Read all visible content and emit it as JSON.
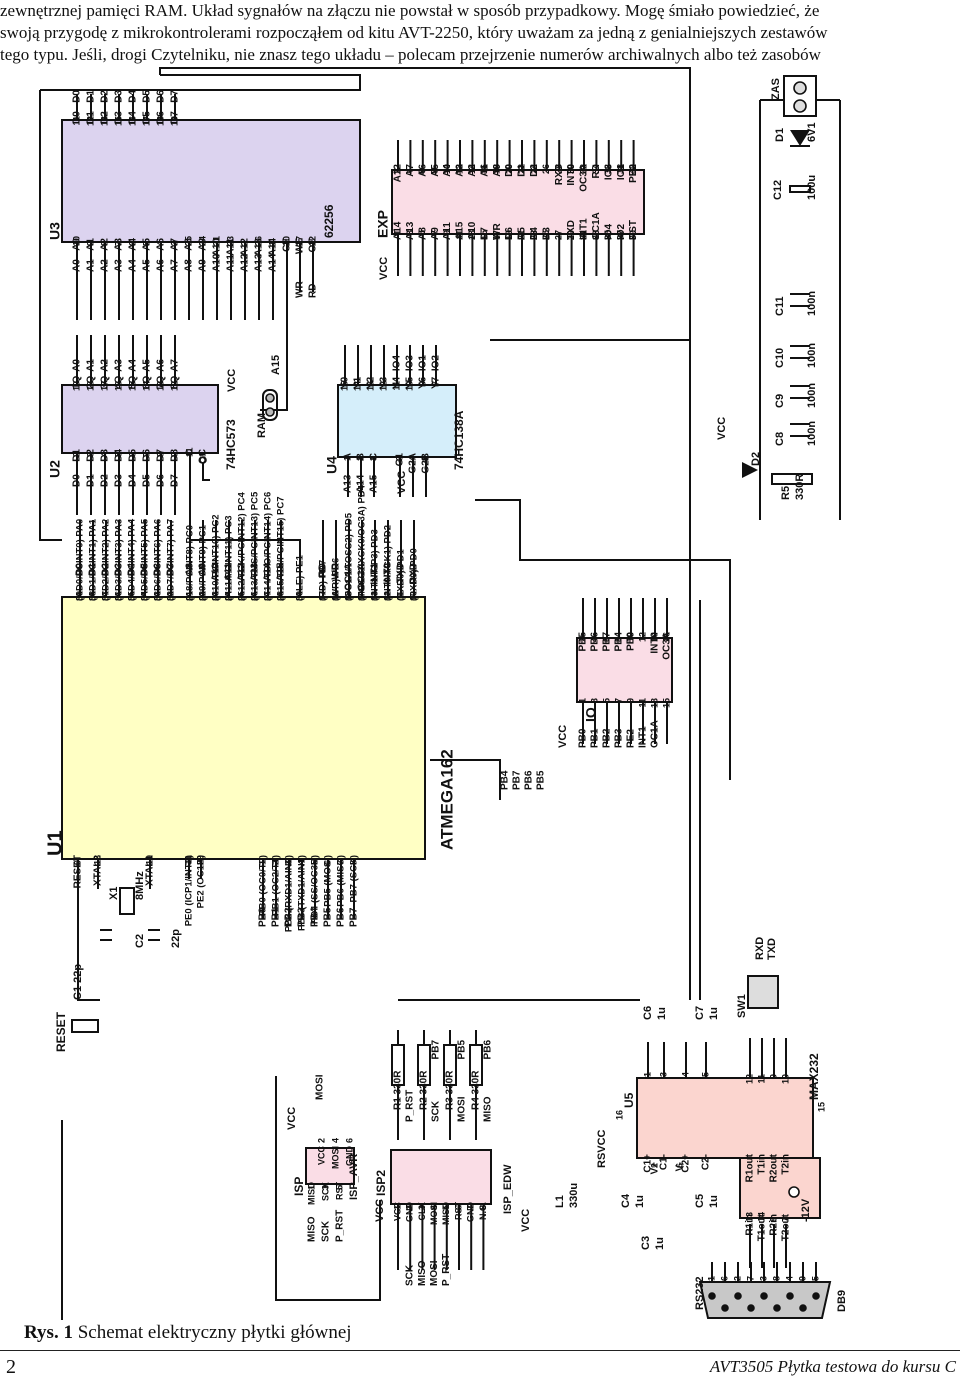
{
  "intro_lines": [
    "zewnętrznej pamięci RAM. Układ sygnałów na złączu nie powstał w sposób przypadkowy. Mogę śmiało powiedzieć, że",
    "swoją przygodę z mikrokontrolerami rozpocząłem od kitu AVT-2250, który uważam za jedną z genialniejszych zestawów",
    "tego typu. Jeśli, drogi Czytelniku, nie znasz tego układu – polecam przejrzenie numerów archiwalnych albo też zasobów"
  ],
  "caption": {
    "label": "Rys. 1",
    "text": "Schemat elektryczny  płytki głównej"
  },
  "page_number": "2",
  "footer": "AVT3505    Płytka testowa do kursu C",
  "colors": {
    "ic_purple": "#dcd3ef",
    "ic_blue": "#d5eefa",
    "ic_pink": "#fadde6",
    "ic_yellow": "#ffffc4",
    "ic_salmon": "#fbd5cf",
    "wire": "#111111"
  },
  "schematic": {
    "u1": {
      "ref": "U1",
      "part": "ATMEGA162",
      "portA": [
        "(AD0/PCINT0) PA0",
        "(AD1/PCINT1) PA1",
        "(AD2/PCINT2) PA2",
        "(AD3/PCINT3) PA3",
        "(AD4/PCINT4) PA4",
        "(AD5/PCINT5) PA5",
        "(AD6/PCINT6) PA6",
        "(AD7/PCINT7) PA7"
      ],
      "portA_pins": [
        "39",
        "38",
        "37",
        "36",
        "35",
        "34",
        "33",
        "32"
      ],
      "portA_nets": [
        "D0",
        "D1",
        "D2",
        "D3",
        "D4",
        "D5",
        "D6",
        "D7"
      ],
      "portC": [
        "(A8/PCINT8) PC0",
        "(A9/PCINT9) PC1",
        "(A10/PCINT10) PC2",
        "(A11/PCINT11) PC3",
        "(A12/TCK/PCINT12) PC4",
        "(A13/TMS/PCINT13) PC5",
        "(A14/TDO/PCINT14) PC6",
        "(A15/TDI/PCINT15) PC7"
      ],
      "portC_pins": [
        "21",
        "22",
        "23",
        "24",
        "25",
        "26",
        "27",
        "28"
      ],
      "portC_nets": [
        "A8",
        "A9",
        "A10",
        "A11",
        "A12",
        "A13",
        "A14",
        "A15"
      ],
      "ale": "(ALE) PE1",
      "ale_pin": "30",
      "portD": [
        "(RD) PD7",
        "(WR) PD6",
        "(OC1A/TOSC2) PD5",
        "(TOSC1/XCK0/OC3A) PD4",
        "(INT1/ICP3) PD3",
        "(INT0/XCK1) PD2",
        "(TXD0) PD1",
        "(RXD0) PD0"
      ],
      "portD_pins": [
        "17",
        "16",
        "15",
        "14",
        "13",
        "12",
        "11",
        "10"
      ],
      "portD_nets": [
        "RD",
        "WR",
        "OC1A",
        "OC3A",
        "INT1",
        "INT0",
        "TXD",
        "RXD"
      ],
      "left_top": [
        "RESET",
        "XTAL2",
        "XTAL1"
      ],
      "left_top_pins": [
        "9",
        "18",
        "19"
      ],
      "pe": [
        "PE0 (ICP1/INT2)",
        "PE2 (OC1B)"
      ],
      "pe_pins": [
        "31",
        "29"
      ],
      "portB": [
        "PB0 (OC0/T0)",
        "PB1 (OC2/T1)",
        "PB2 (RXD1/AIN0)",
        "PB3 (TXD1/AIN1)",
        "PB4 (SS/OC3B)",
        "PB5 (MOSI)",
        "PB6 (MISO)",
        "PB7 (SCK)"
      ],
      "portB_pins": [
        "1",
        "2",
        "3",
        "4",
        "5",
        "6",
        "7",
        "8"
      ],
      "portB_nets": [
        "PB0",
        "PB1",
        "PB2",
        "PB3",
        "PB4",
        "PB5",
        "PB6",
        "PB7"
      ]
    },
    "u2": {
      "ref": "U2",
      "part": "74HC573",
      "d": [
        "D1",
        "D2",
        "D3",
        "D4",
        "D5",
        "D6",
        "D7",
        "D8"
      ],
      "q": [
        "1Q",
        "2Q",
        "3Q",
        "4Q",
        "5Q",
        "6Q",
        "7Q",
        "8Q"
      ],
      "d_pins": [
        "2",
        "3",
        "4",
        "5",
        "6",
        "7",
        "8",
        "9"
      ],
      "q_pins": [
        "19",
        "18",
        "17",
        "16",
        "15",
        "14",
        "13",
        "12"
      ],
      "in_nets": [
        "D0",
        "D1",
        "D2",
        "D3",
        "D4",
        "D5",
        "D6",
        "D7"
      ],
      "out_nets": [
        "A0",
        "A1",
        "A2",
        "A3",
        "A4",
        "A5",
        "A6",
        "A7"
      ],
      "c": "C",
      "oc": "OC",
      "c_pin": "11",
      "oc_pin": "1"
    },
    "u3": {
      "ref": "U3",
      "part": "62256",
      "a": [
        "A0",
        "A1",
        "A2",
        "A3",
        "A4",
        "A5",
        "A6",
        "A7",
        "A8",
        "A9",
        "A10",
        "A11",
        "A12",
        "A13",
        "A14"
      ],
      "a_pins": [
        "10",
        "9",
        "8",
        "7",
        "6",
        "5",
        "4",
        "3",
        "25",
        "24",
        "21",
        "23",
        "2",
        "26",
        "1"
      ],
      "a_nets": [
        "A0",
        "A1",
        "A2",
        "A3",
        "A4",
        "A5",
        "A6",
        "A7",
        "A8",
        "A9",
        "A10",
        "A11",
        "A12",
        "A13",
        "A14"
      ],
      "d": [
        "D0",
        "D1",
        "D2",
        "D3",
        "D4",
        "D5",
        "D6",
        "D7"
      ],
      "d_pins": [
        "11",
        "12",
        "13",
        "15",
        "16",
        "17",
        "18",
        "19"
      ],
      "d_nets": [
        "D0",
        "D1",
        "D2",
        "D3",
        "D4",
        "D5",
        "D6",
        "D7"
      ],
      "ctrl": [
        "CE",
        "WE",
        "OE"
      ],
      "ctrl_pins": [
        "20",
        "27",
        "22"
      ],
      "ctrl_nets": [
        "",
        "WR",
        "RD"
      ]
    },
    "u4": {
      "ref": "U4",
      "part": "74HC138A",
      "in": [
        "A",
        "B",
        "C",
        "",
        "G1",
        "G2A",
        "G2B"
      ],
      "in_pins": [
        "1",
        "2",
        "3",
        "",
        "6",
        "4",
        "5"
      ],
      "in_nets": [
        "A13",
        "A14",
        "A15"
      ],
      "y": [
        "Y0",
        "Y1",
        "Y2",
        "Y3",
        "Y4",
        "Y5",
        "Y6",
        "Y7"
      ],
      "y_pins": [
        "15",
        "14",
        "13",
        "12",
        "11",
        "10",
        "9",
        "7"
      ],
      "y_nets": [
        "",
        "",
        "",
        "",
        "IO4",
        "IO3",
        "IO1",
        "IO2"
      ]
    },
    "exp": {
      "ref": "EXP",
      "odd": [
        "1",
        "3",
        "5",
        "7",
        "9",
        "11",
        "13",
        "15",
        "17",
        "19",
        "21",
        "23",
        "25",
        "27",
        "29",
        "31",
        "33",
        "35",
        "37",
        "39"
      ],
      "even": [
        "2",
        "4",
        "6",
        "8",
        "10",
        "12",
        "14",
        "16",
        "18",
        "20",
        "22",
        "24",
        "26",
        "28",
        "30",
        "32",
        "34",
        "36",
        "38",
        "40"
      ],
      "left_nets": [
        "A14",
        "A13",
        "A8",
        "A9",
        "A11",
        "A15",
        "A10",
        "D7",
        "WR",
        "D6",
        "D5",
        "D4",
        "D3",
        "",
        "TXD",
        "INT1",
        "OC1A",
        "IO4",
        "IO2",
        "RST"
      ],
      "right_nets": [
        "A12",
        "A7",
        "A6",
        "A5",
        "A4",
        "A3",
        "A2",
        "A1",
        "A0",
        "D0",
        "D1",
        "D2",
        "",
        "RXD",
        "INT0",
        "OC3A",
        "RD",
        "IO3",
        "IO1",
        "PE2"
      ]
    },
    "io": {
      "ref": "IO",
      "odd": [
        "1",
        "3",
        "5",
        "7",
        "9",
        "11",
        "13",
        "15"
      ],
      "even": [
        "2",
        "4",
        "6",
        "8",
        "10",
        "12",
        "14",
        "16"
      ],
      "left_nets": [
        "PB0",
        "PB1",
        "PB2",
        "PB3",
        "PE2",
        "INT1",
        "OC1A",
        ""
      ],
      "right_nets": [
        "PB5",
        "PB6",
        "PB7",
        "PB4",
        "PE0",
        "",
        "INT0",
        "OC3A"
      ]
    },
    "u5": {
      "ref": "U5",
      "part": "MAX232",
      "top": [
        "C1+",
        "C1-",
        "C2+",
        "C2-"
      ],
      "top_pins": [
        "1",
        "3",
        "4",
        "5"
      ],
      "left": [
        "V+",
        "V-"
      ],
      "left_pins": [
        "2",
        "6"
      ],
      "pin16": "16",
      "pin15": "15",
      "rnames": [
        "R1out",
        "T1in",
        "R2out",
        "T2in"
      ],
      "rpins": [
        "12",
        "11",
        "9",
        "10"
      ],
      "lnames": [
        "R1in",
        "T1out",
        "R2in",
        "T2out"
      ],
      "lpins": [
        "13",
        "14",
        "8",
        "7"
      ]
    },
    "isp": {
      "ref": "ISP",
      "pins_l": [
        "MISO",
        "SCK",
        "RST"
      ],
      "pins_r": [
        "VCC",
        "MOSI",
        "GND"
      ],
      "nums_l": [
        "1",
        "3",
        "5"
      ],
      "nums_r": [
        "2",
        "4",
        "6"
      ],
      "ext_l": [
        "MISO",
        "SCK",
        "P_RST"
      ],
      "ext_r": [
        "MOSI"
      ]
    },
    "isp2": {
      "ref": "ISP2",
      "names": [
        "VCC",
        "GND",
        "CLK",
        "MOSI",
        "MISO",
        "RST",
        "GND",
        "N.C."
      ],
      "nums": [
        "1",
        "2",
        "3",
        "4",
        "5",
        "6",
        "7",
        "8"
      ],
      "ext": [
        "SCK",
        "MISO",
        "MOSI",
        "P_RST"
      ]
    },
    "isp_avr": "ISP_AVR",
    "isp_edw": "ISP_EDW",
    "resistors": [
      {
        "ref": "R1",
        "val": "330R",
        "left": "P_RST",
        "right": ""
      },
      {
        "ref": "R2",
        "val": "330R",
        "left": "SCK",
        "right": "PB7"
      },
      {
        "ref": "R3",
        "val": "330R",
        "left": "MOSI",
        "right": "PB5"
      },
      {
        "ref": "R4",
        "val": "330R",
        "left": "MISO",
        "right": "PB6"
      }
    ],
    "labels": {
      "vcc": "VCC",
      "ram": "RAM",
      "a15": "A15",
      "zas": "ZAS",
      "d1": "D1",
      "d1v": "6V1",
      "c12": "C12",
      "c12v": "100u",
      "c11": "C11",
      "c10": "C10",
      "c9": "C9",
      "c8": "C8",
      "c100n": "100n",
      "d2": "D2",
      "r5": "R5",
      "r5v": "330R",
      "c1": "C1 22p",
      "c2": "C2",
      "c2v": "22p",
      "x1": "X1",
      "x1v": "8MHz",
      "reset": "RESET",
      "c6": "C6",
      "c6v": "1u",
      "c7": "C7",
      "c7v": "1u",
      "sw1": "SW1",
      "rxd": "RXD",
      "txd": "TXD",
      "l1": "L1",
      "l1v": "330u",
      "rsvcc": "RSVCC",
      "c4": "C4",
      "c4v": "1u",
      "c5": "C5",
      "c5v": "1u",
      "c3": "C3",
      "c3v": "1u",
      "m12v": "-12V",
      "rs232": "RS232",
      "db9": "DB9",
      "db9pins": [
        "1",
        "6",
        "2",
        "7",
        "3",
        "8",
        "4",
        "9",
        "5"
      ],
      "u1_portb_nets": [
        "PB4",
        "PB7",
        "PB6",
        "PB5"
      ],
      "io_left_top": [
        "PB0",
        "PB1",
        "PB2",
        "PB3"
      ]
    }
  }
}
